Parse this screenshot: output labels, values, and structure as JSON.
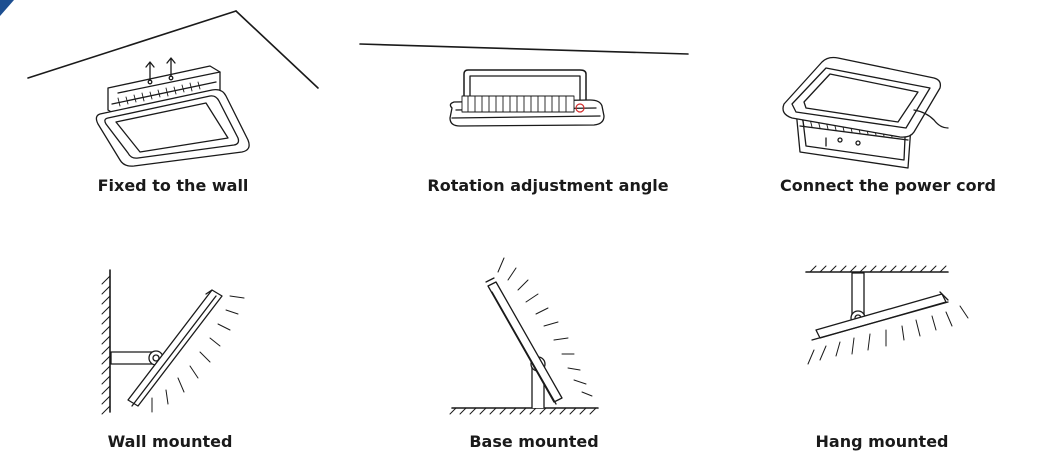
{
  "captions": {
    "fixed_wall": "Fixed to the wall",
    "rotation": "Rotation adjustment angle",
    "power_cord": "Connect the power cord",
    "wall_mounted": "Wall mounted",
    "base_mounted": "Base mounted",
    "hang_mounted": "Hang mounted"
  },
  "colors": {
    "stroke": "#1a1a1a",
    "accent_mark": "#d12b2b",
    "corner_tab": "#1d4f91"
  }
}
